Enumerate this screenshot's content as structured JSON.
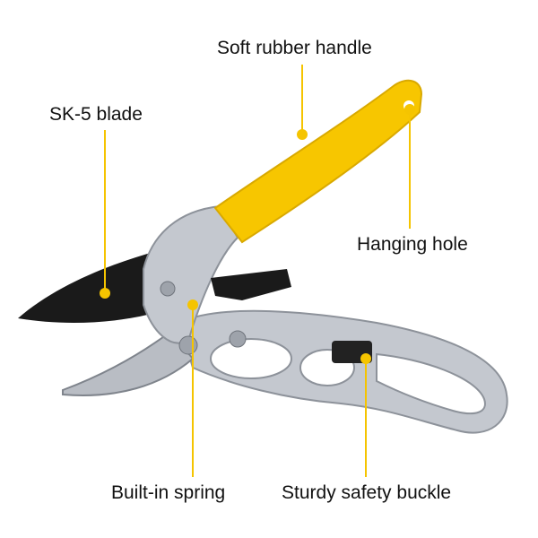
{
  "callouts": {
    "handle": "Soft rubber handle",
    "blade": "SK-5 blade",
    "hole": "Hanging hole",
    "spring": "Built-in spring",
    "buckle": "Sturdy safety buckle"
  },
  "colors": {
    "accent": "#f5c400",
    "handle": "#f7c600",
    "metal": "#c4c8cf",
    "blade": "#1a1a1a"
  }
}
